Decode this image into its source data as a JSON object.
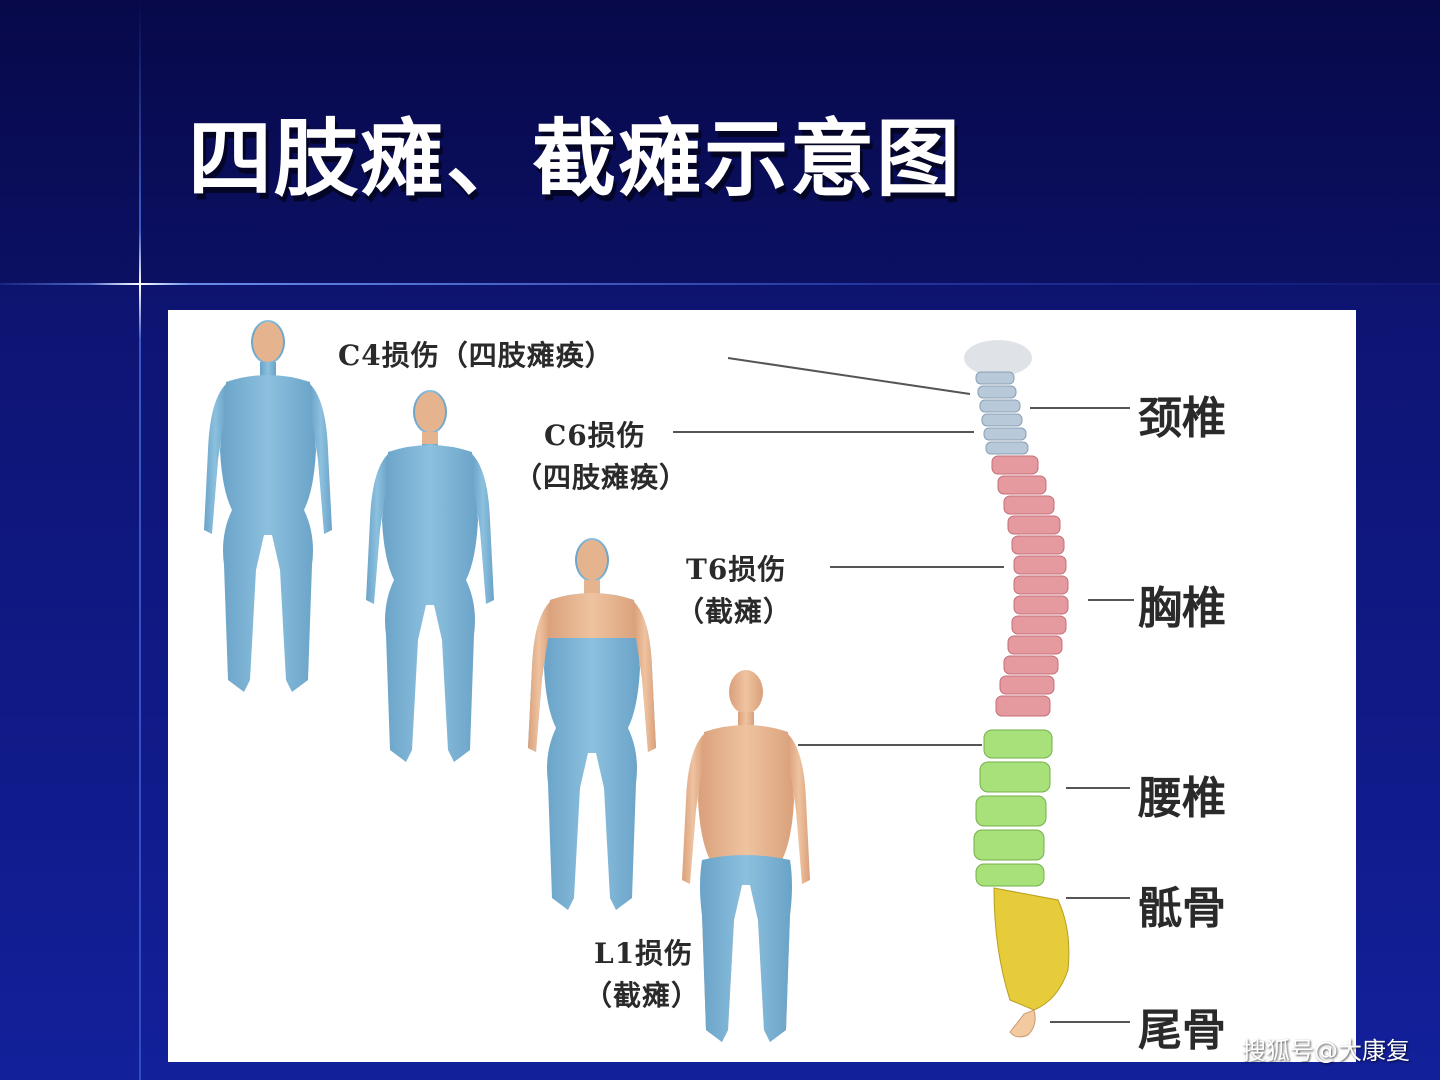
{
  "title": "四肢瘫、截瘫示意图",
  "injury_labels": {
    "c4_line1": "C4损伤（四肢瘫痪）",
    "c6_line1": "C6损伤",
    "c6_line2": "（四肢瘫痪）",
    "t6_line1": "T6损伤",
    "t6_line2": "（截瘫）",
    "l1_line1": "L1损伤",
    "l1_line2": "（截瘫）"
  },
  "spine_labels": {
    "cervical": "颈椎",
    "thoracic": "胸椎",
    "lumbar": "腰椎",
    "sacrum": "骶骨",
    "coccyx": "尾骨"
  },
  "colors": {
    "paralyzed": "#7fb4d6",
    "skin": "#e8b690",
    "cervical": "#b8c9d9",
    "thoracic": "#e59aa0",
    "lumbar": "#a8e07a",
    "sacrum": "#e6cc3a",
    "coccyx": "#f3c9a0"
  },
  "watermark": "搜狐号@大康复"
}
